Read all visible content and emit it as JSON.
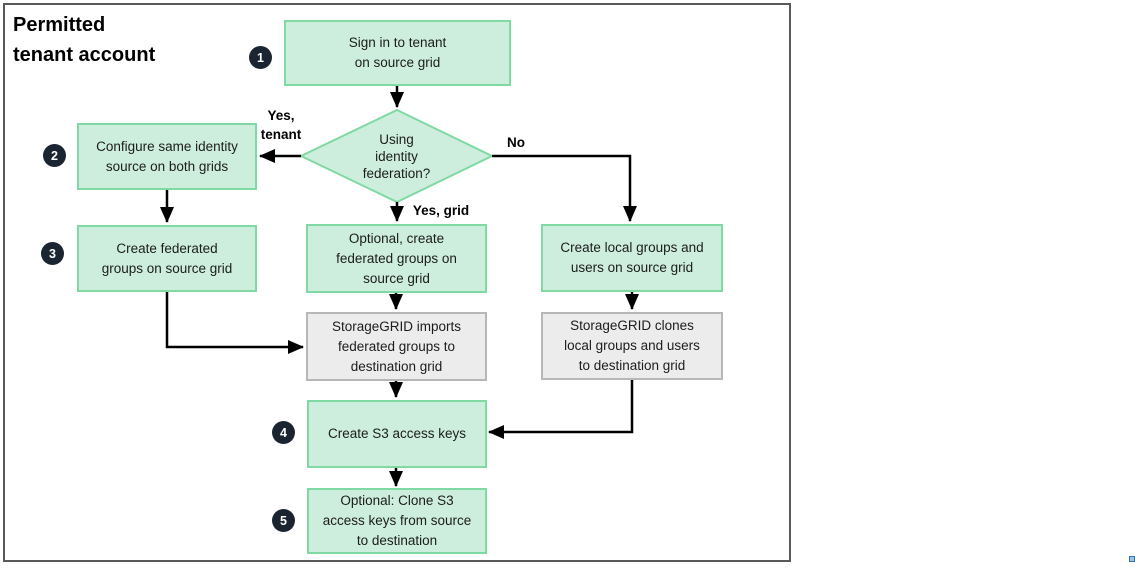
{
  "title": "Permitted\ntenant account",
  "badges": {
    "b1": "1",
    "b2": "2",
    "b3": "3",
    "b4": "4",
    "b5": "5"
  },
  "nodes": {
    "sign_in": {
      "label": "Sign in to tenant\non source grid"
    },
    "decision": {
      "label": "Using\nidentity\nfederation?"
    },
    "configure_identity": {
      "label": "Configure same identity\nsource on both grids"
    },
    "create_federated": {
      "label": "Create federated\ngroups on source grid"
    },
    "optional_federated": {
      "label": "Optional, create\nfederated groups on\nsource grid"
    },
    "create_local": {
      "label": "Create local groups and\nusers on source grid"
    },
    "imports_federated": {
      "label": "StorageGRID imports\nfederated groups to\ndestination grid"
    },
    "clones_local": {
      "label": "StorageGRID clones\nlocal groups and users\nto destination grid"
    },
    "create_keys": {
      "label": "Create S3 access keys"
    },
    "clone_keys": {
      "label": "Optional: Clone S3\naccess keys from source\nto destination"
    }
  },
  "edge_labels": {
    "yes_tenant": "Yes,\ntenant",
    "no": "No",
    "yes_grid": "Yes, grid"
  },
  "colors": {
    "node_green_fill": "#cdeedd",
    "node_green_border": "#7fd9a3",
    "node_gray_fill": "#ececec",
    "node_gray_border": "#b7b7b7",
    "badge_fill": "#1b2531",
    "arrow": "#000000",
    "frame_border": "#595959",
    "handle_fill": "#9cc2e5",
    "handle_border": "#2e74b5"
  }
}
